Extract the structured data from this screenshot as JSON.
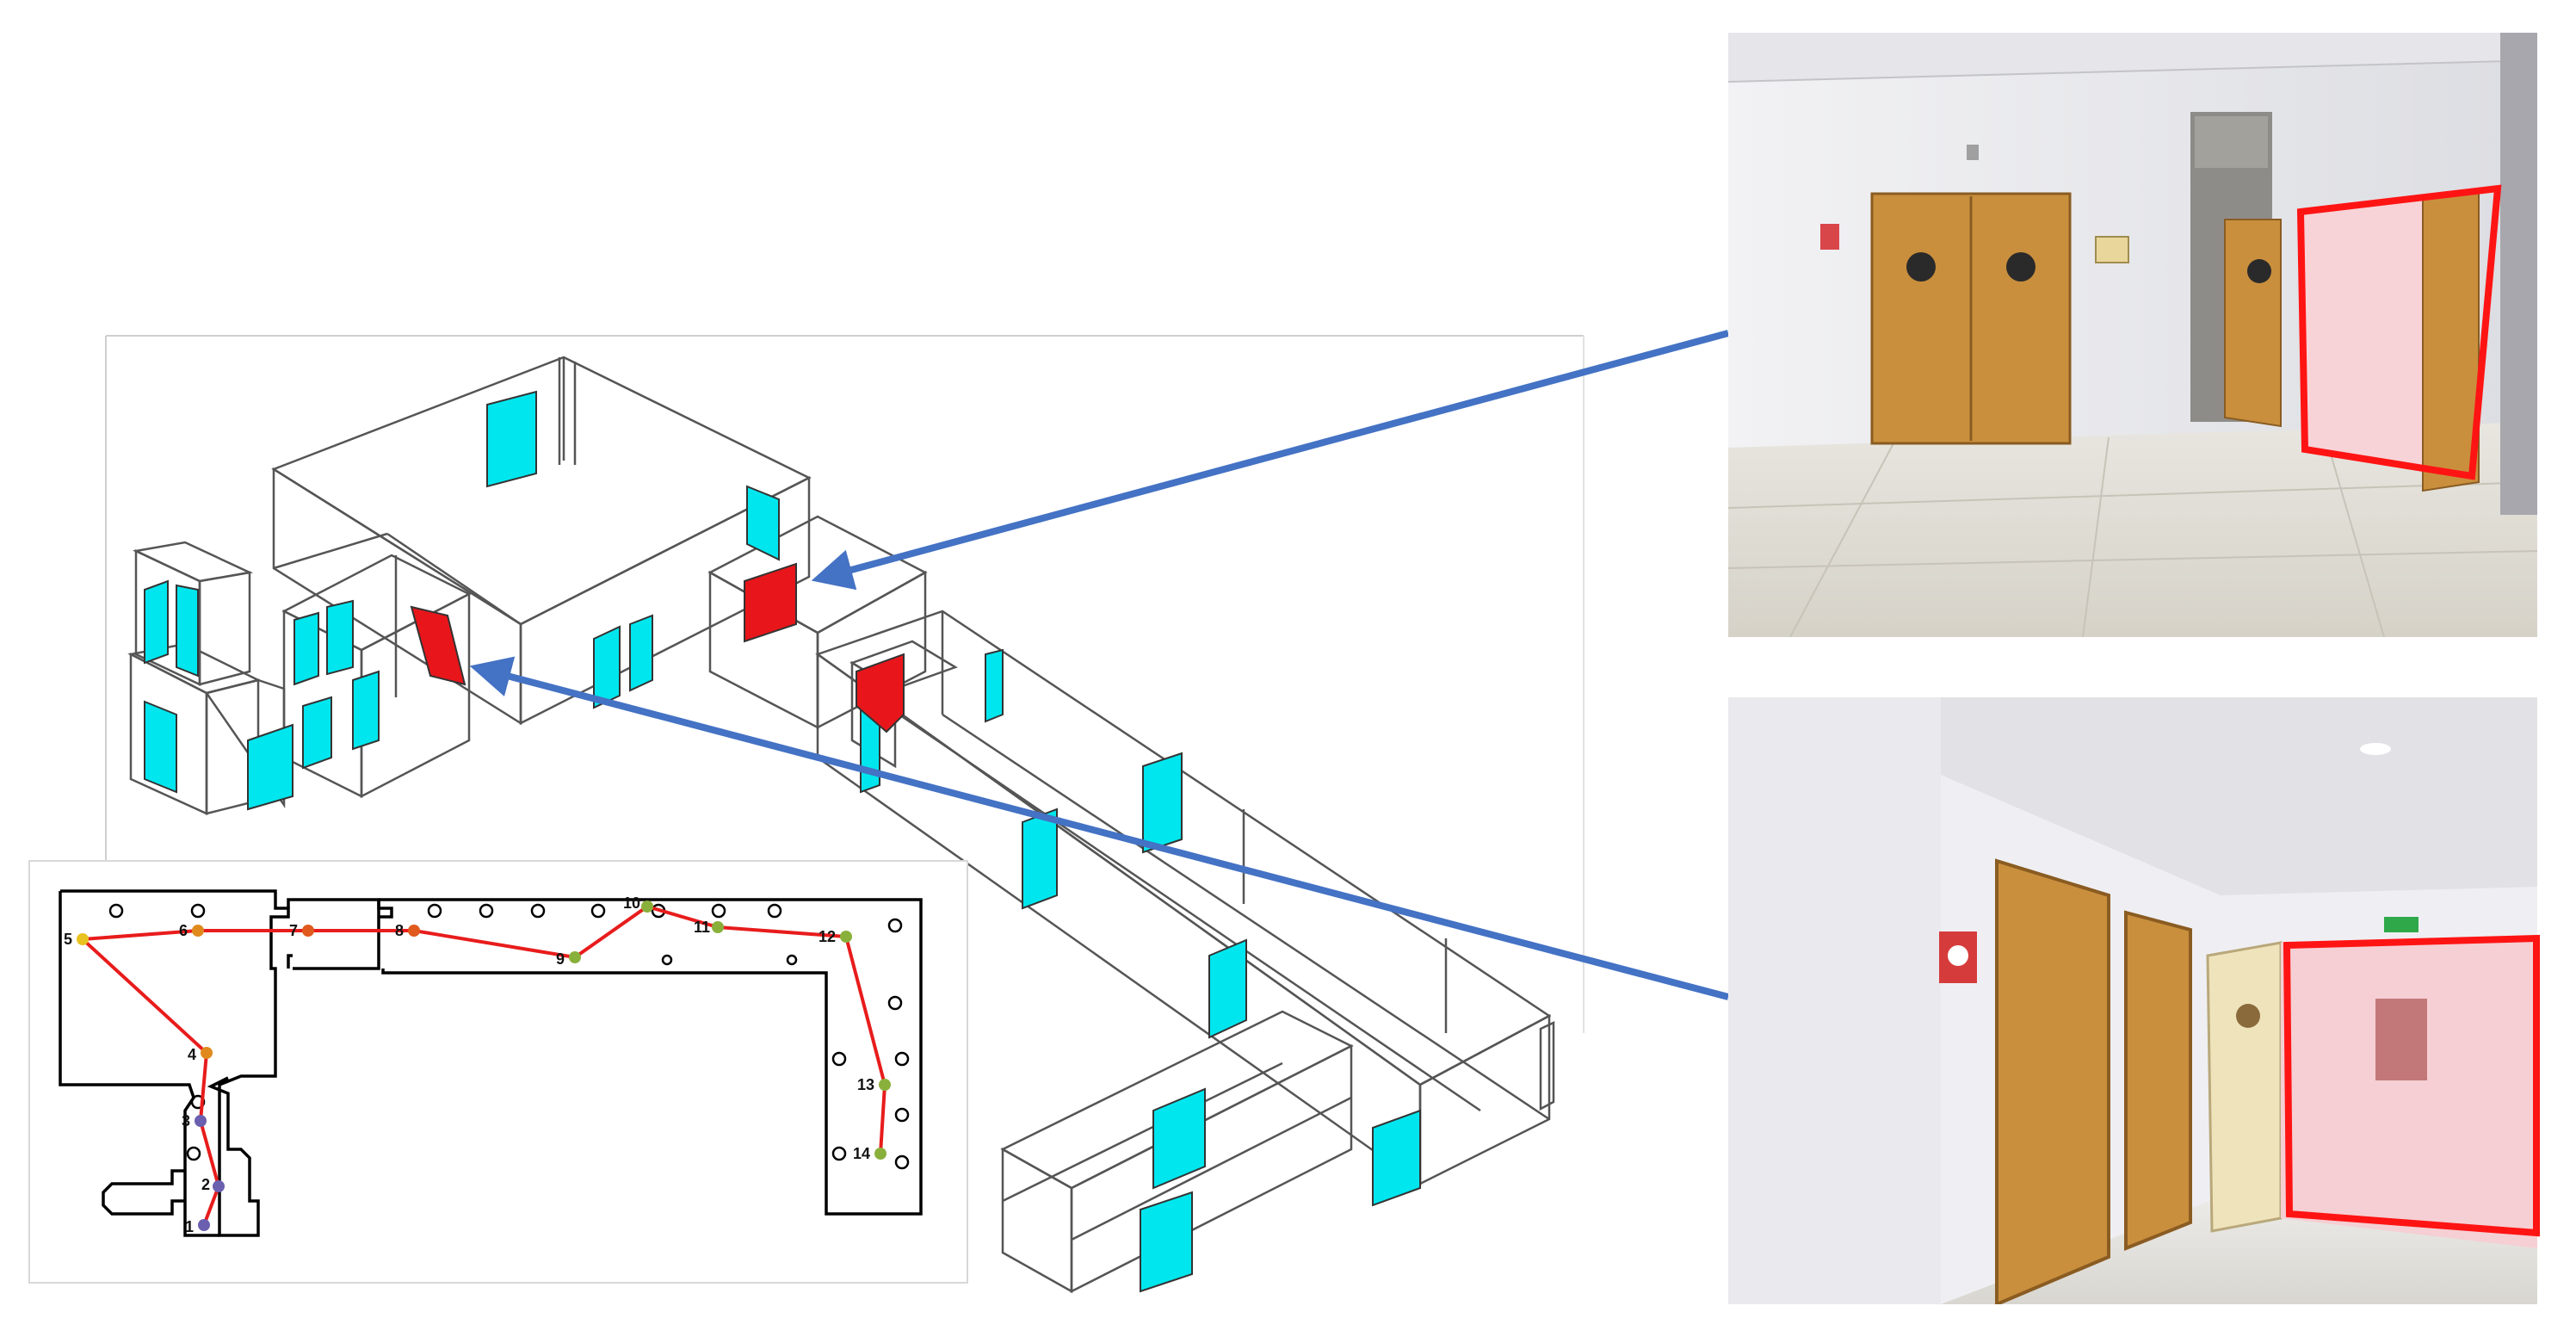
{
  "route": {
    "waypoint_labels": [
      "1",
      "2",
      "3",
      "4",
      "5",
      "6",
      "7",
      "8",
      "9",
      "10",
      "11",
      "12",
      "13",
      "14"
    ],
    "waypoint_colors": [
      "#6b5fb0",
      "#6b5fb0",
      "#6b5fb0",
      "#e08a1e",
      "#e8c21e",
      "#e08a1e",
      "#e05a1e",
      "#e05a1e",
      "#8ab03c",
      "#8ab03c",
      "#8ab03c",
      "#8ab03c",
      "#8ab03c",
      "#8ab03c"
    ],
    "line_color": "#e81c1c"
  },
  "colors": {
    "door": "#00e6ee",
    "highlighted_door": "#e8161a",
    "arrow": "#4472c4",
    "photo_box": "#ff1414",
    "wireframe": "#555555"
  },
  "photos": [
    {
      "name": "double-door-hallway-photo"
    },
    {
      "name": "corridor-doors-photo"
    }
  ]
}
